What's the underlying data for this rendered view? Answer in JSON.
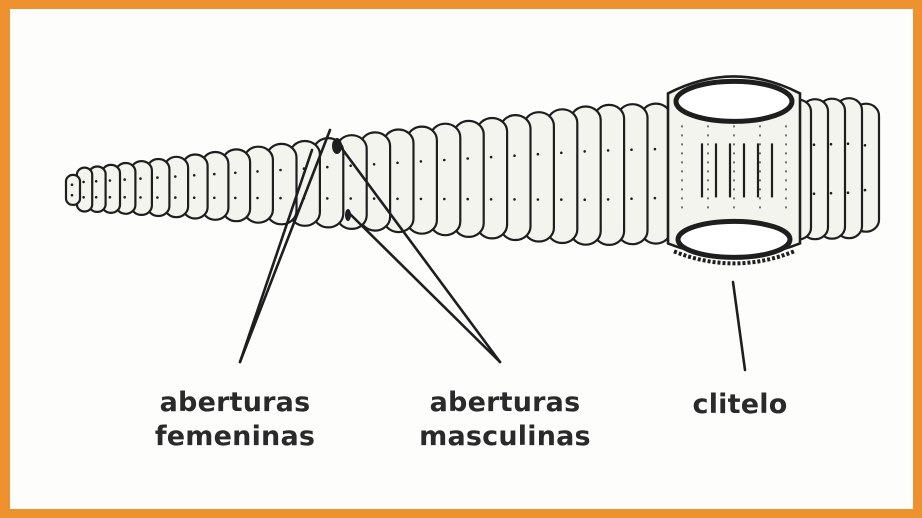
{
  "colors": {
    "frame": "#f0912f",
    "background": "#fdfdfb",
    "ink": "#1e1e1e",
    "body_fill": "#f4f4ef"
  },
  "labels": {
    "female_openings": {
      "line1": "aberturas",
      "line2": "femeninas"
    },
    "male_openings": {
      "line1": "aberturas",
      "line2": "masculinas"
    },
    "clitellum": {
      "line1": "clitelo"
    }
  }
}
